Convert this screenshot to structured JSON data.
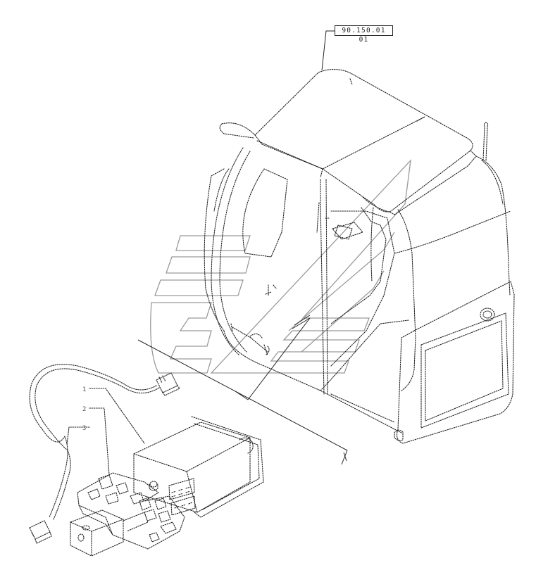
{
  "drawing": {
    "reference_label": "90.150.01 01",
    "callouts": [
      {
        "id": "item-1",
        "label": "1"
      },
      {
        "id": "item-2",
        "label": "2"
      },
      {
        "id": "item-3",
        "label": "3"
      }
    ]
  }
}
